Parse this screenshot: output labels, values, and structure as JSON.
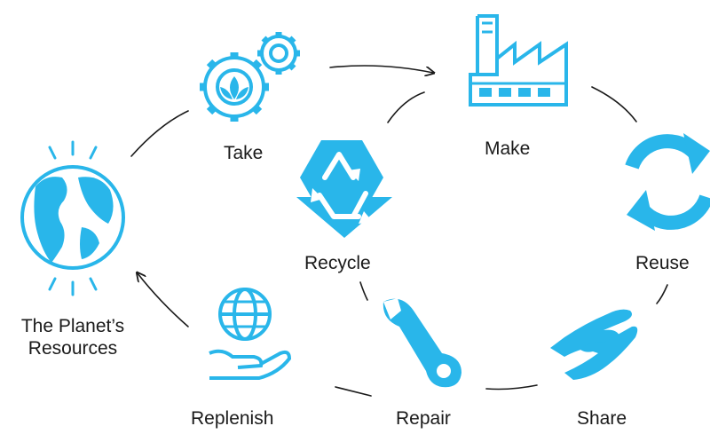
{
  "accent_color": "#29b6ea",
  "ink_color": "#1a1a1a",
  "nodes": {
    "planet": {
      "line1": "The Planet’s",
      "line2": "Resources",
      "icon": "globe-icon"
    },
    "take": {
      "label": "Take",
      "icon": "gears-leaf-icon"
    },
    "make": {
      "label": "Make",
      "icon": "factory-icon"
    },
    "reuse": {
      "label": "Reuse",
      "icon": "cycle-arrows-icon"
    },
    "share": {
      "label": "Share",
      "icon": "sharing-hands-icon"
    },
    "repair": {
      "label": "Repair",
      "icon": "wrench-icon"
    },
    "recycle": {
      "label": "Recycle",
      "icon": "recycle-icon"
    },
    "replenish": {
      "label": "Replenish",
      "icon": "hand-globe-icon"
    }
  }
}
